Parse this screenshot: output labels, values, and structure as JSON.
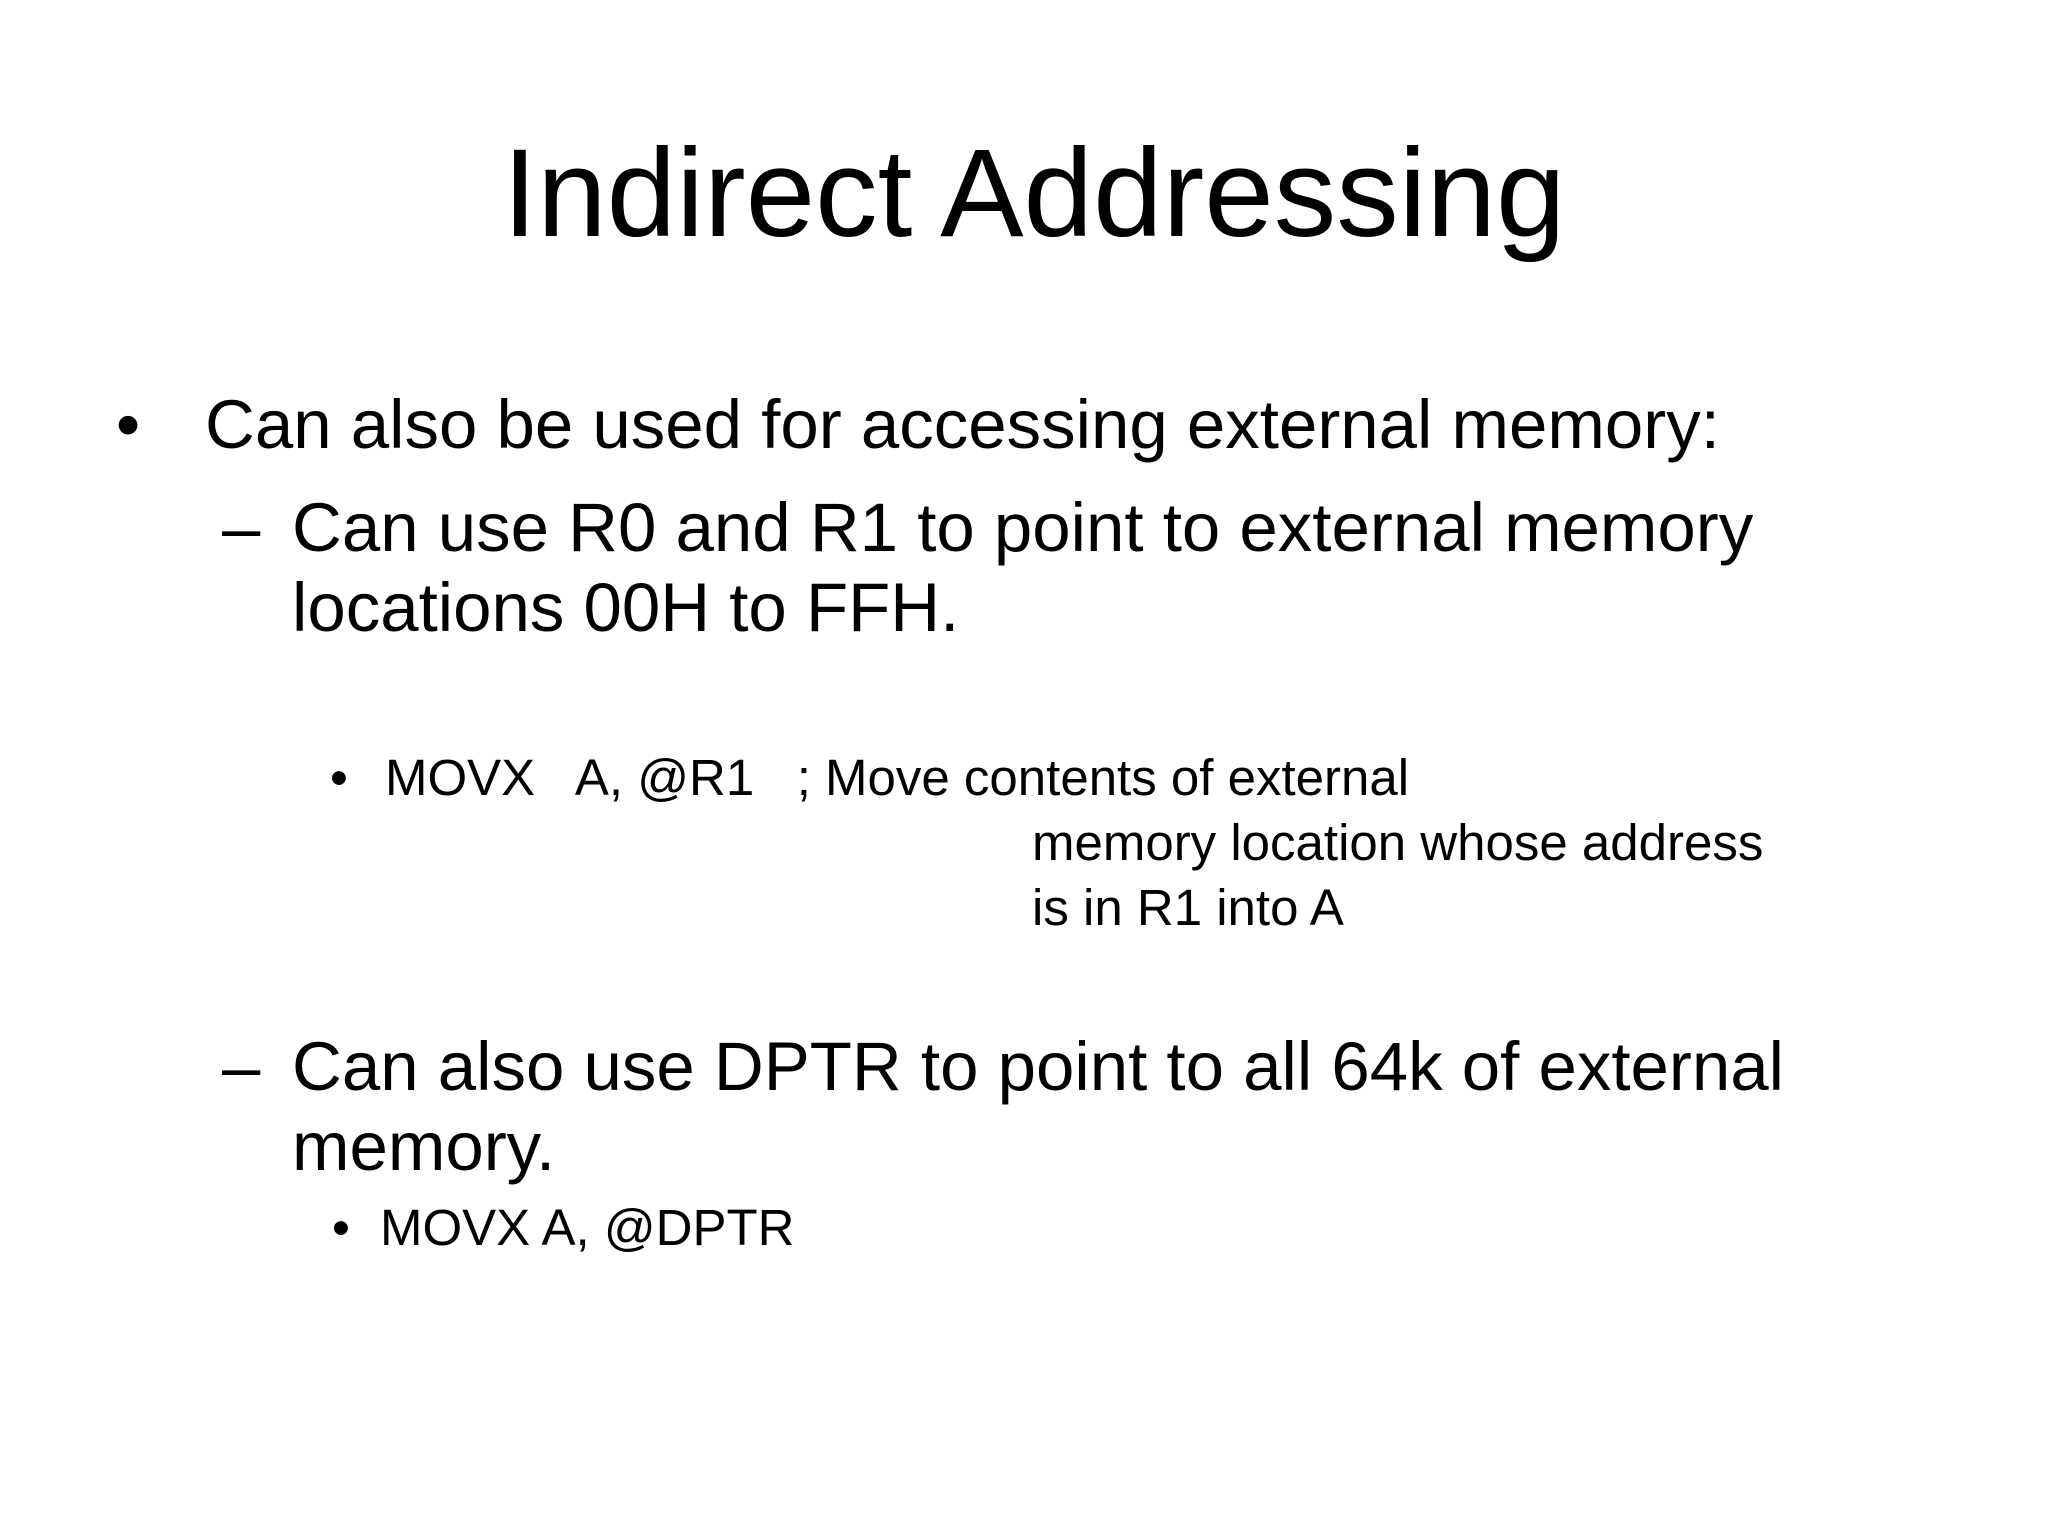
{
  "slide": {
    "title": "Indirect Addressing",
    "colors": {
      "background": "#ffffff",
      "text": "#000000"
    },
    "markers": {
      "bullet": "•",
      "dash": "–"
    },
    "bullet1": {
      "text": "Can also be used for accessing external memory:"
    },
    "sub1": {
      "lines": [
        "Can use R0 and R1 to point to external memory",
        "locations 00H to FFH."
      ]
    },
    "code1": {
      "lines": [
        "MOVX   A, @R1   ; Move contents of external",
        "memory location whose address",
        "is in R1 into A"
      ]
    },
    "sub2": {
      "lines": [
        "Can also use DPTR to point to all 64k of external",
        "memory."
      ]
    },
    "code2": {
      "text": "MOVX A, @DPTR"
    }
  }
}
